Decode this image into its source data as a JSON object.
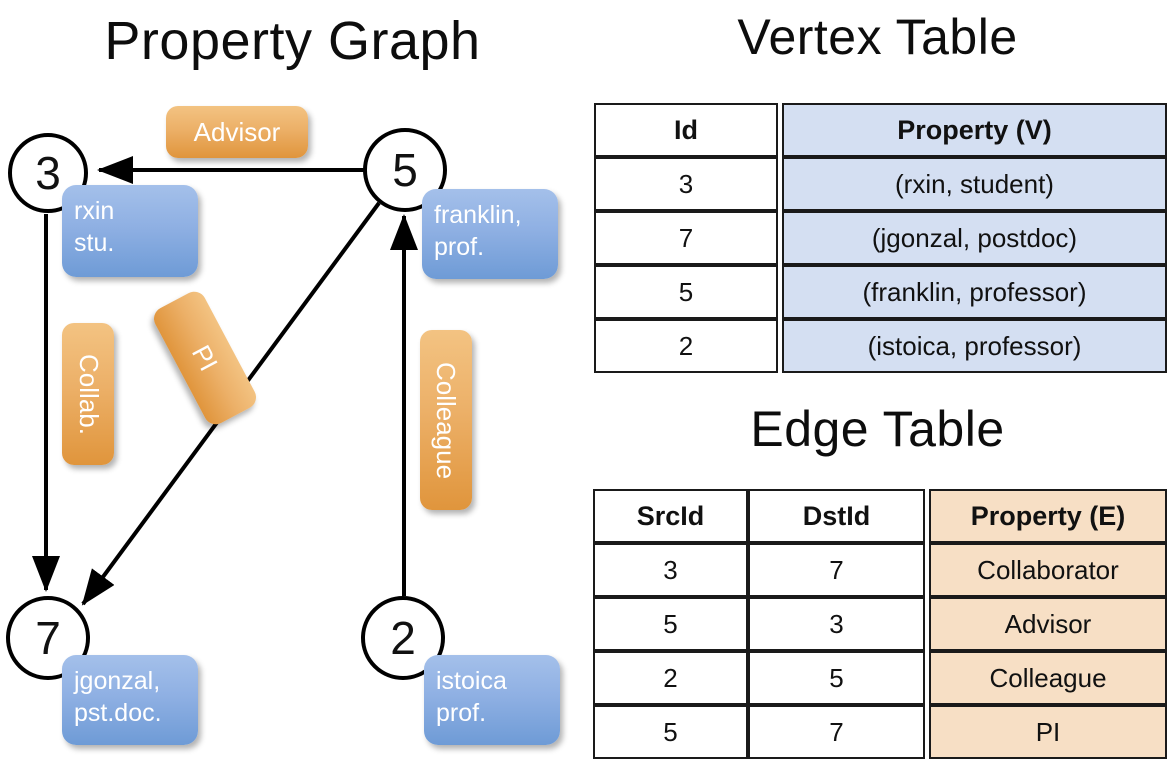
{
  "titles": {
    "property_graph": "Property Graph",
    "vertex_table": "Vertex Table",
    "edge_table": "Edge Table"
  },
  "graph": {
    "nodes": [
      {
        "id": "3",
        "property_lines": [
          "rxin",
          "stu."
        ]
      },
      {
        "id": "5",
        "property_lines": [
          "franklin,",
          "prof."
        ]
      },
      {
        "id": "7",
        "property_lines": [
          "jgonzal,",
          "pst.doc."
        ]
      },
      {
        "id": "2",
        "property_lines": [
          "istoica",
          "prof."
        ]
      }
    ],
    "edge_labels": [
      {
        "label": "Advisor",
        "orientation": "horizontal"
      },
      {
        "label": "Collab.",
        "orientation": "vertical"
      },
      {
        "label": "PI",
        "orientation": "diagonal"
      },
      {
        "label": "Colleague",
        "orientation": "vertical"
      }
    ],
    "node_property_texts": {
      "n3_line1": "rxin",
      "n3_line2": "stu.",
      "n5_line1": "franklin,",
      "n5_line2": "prof.",
      "n7_line1": "jgonzal,",
      "n7_line2": "pst.doc.",
      "n2_line1": "istoica",
      "n2_line2": "prof."
    },
    "node_ids": {
      "a": "3",
      "b": "5",
      "c": "7",
      "d": "2"
    },
    "labels": {
      "advisor": "Advisor",
      "collab": "Collab.",
      "pi": "PI",
      "colleague": "Colleague"
    }
  },
  "vertex_table": {
    "headers": {
      "id": "Id",
      "property": "Property (V)"
    },
    "rows": [
      {
        "id": "3",
        "property": "(rxin, student)"
      },
      {
        "id": "7",
        "property": "(jgonzal, postdoc)"
      },
      {
        "id": "5",
        "property": "(franklin, professor)"
      },
      {
        "id": "2",
        "property": "(istoica, professor)"
      }
    ]
  },
  "edge_table": {
    "headers": {
      "src": "SrcId",
      "dst": "DstId",
      "property": "Property (E)"
    },
    "rows": [
      {
        "src": "3",
        "dst": "7",
        "property": "Collaborator"
      },
      {
        "src": "5",
        "dst": "3",
        "property": "Advisor"
      },
      {
        "src": "2",
        "dst": "5",
        "property": "Colleague"
      },
      {
        "src": "5",
        "dst": "7",
        "property": "PI"
      }
    ]
  },
  "colors": {
    "vertex_property_fill": "#d4dff2",
    "edge_property_fill": "#f7dfc5",
    "node_callout_blue": "#8fb0e3",
    "edge_callout_orange": "#ecb068",
    "stroke": "#000000",
    "background": "#ffffff"
  }
}
